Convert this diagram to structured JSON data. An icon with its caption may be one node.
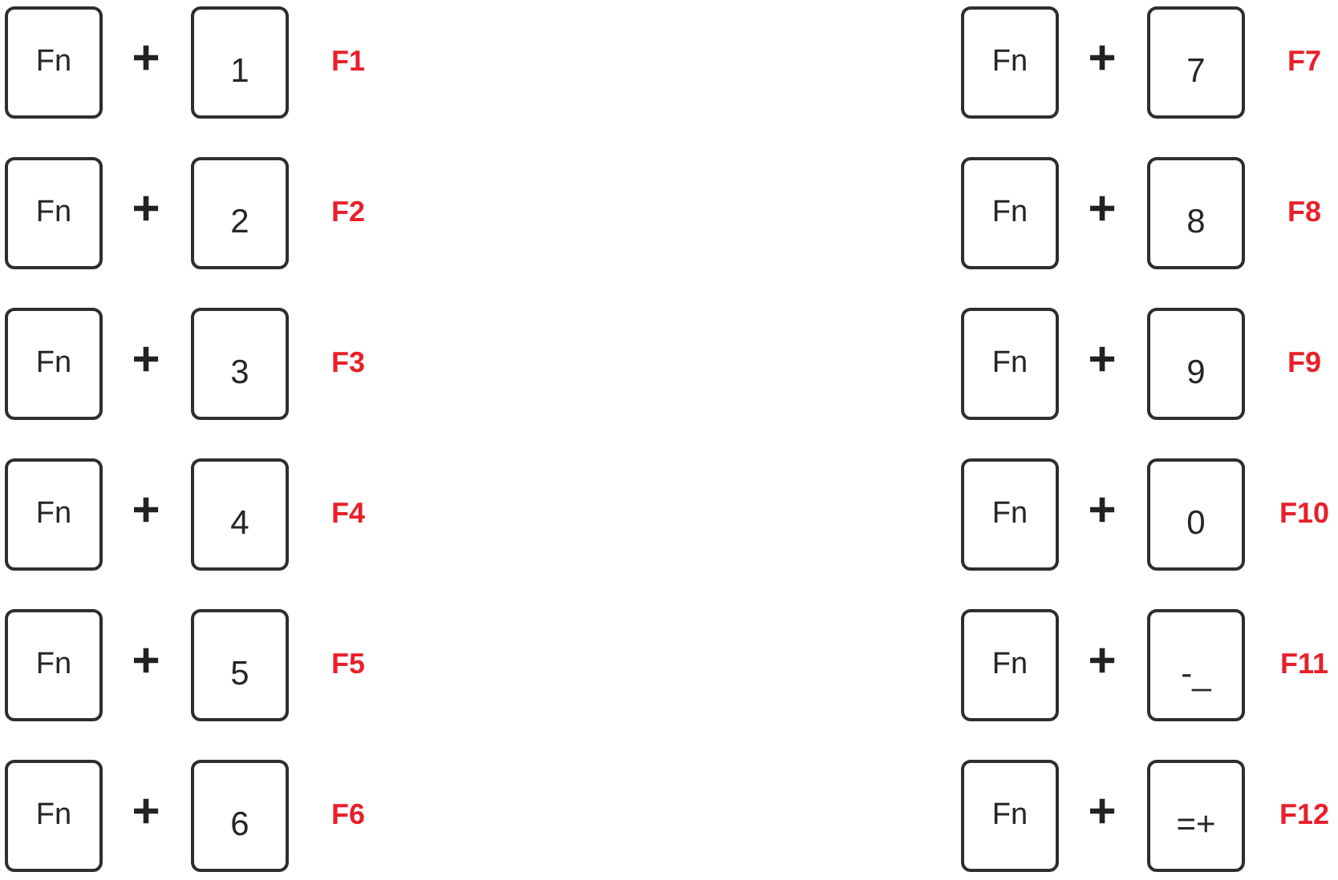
{
  "diagram": {
    "nodes": [
      {
        "text": [
          "Fn"
        ]
      },
      {
        "text": [
          "1"
        ],
        "beside": [
          "F1"
        ]
      },
      {
        "text": [
          "Fn"
        ]
      },
      {
        "text": [
          "2"
        ],
        "beside": [
          "F2"
        ]
      },
      {
        "text": [
          "Fn"
        ]
      },
      {
        "text": [
          "3"
        ],
        "beside": [
          "F3"
        ]
      },
      {
        "text": [
          "Fn"
        ]
      },
      {
        "text": [
          "4"
        ],
        "beside": [
          "F4"
        ]
      },
      {
        "text": [
          "Fn"
        ]
      },
      {
        "text": [
          "5"
        ],
        "beside": [
          "F5"
        ]
      },
      {
        "text": [
          "Fn"
        ]
      },
      {
        "text": [
          "6"
        ],
        "beside": [
          "F6"
        ]
      },
      {
        "text": [
          "Fn"
        ]
      },
      {
        "text": [
          "7"
        ],
        "beside": [
          "F7"
        ]
      },
      {
        "text": [
          "Fn"
        ]
      },
      {
        "text": [
          "8"
        ],
        "beside": [
          "F8"
        ]
      },
      {
        "text": [
          "Fn"
        ]
      },
      {
        "text": [
          "9"
        ],
        "beside": [
          "F9"
        ]
      },
      {
        "text": [
          "Fn"
        ]
      },
      {
        "text": [
          "0"
        ],
        "beside": [
          "F10"
        ]
      },
      {
        "text": [
          "Fn"
        ]
      },
      {
        "text": [
          "-_"
        ],
        "beside": [
          "F11"
        ]
      },
      {
        "text": [
          "Fn"
        ]
      },
      {
        "text": [
          "=+"
        ],
        "beside": [
          "F12"
        ]
      }
    ],
    "labels": [
      "+",
      "+",
      "+",
      "+",
      "+",
      "+",
      "+",
      "+",
      "+",
      "+",
      "+",
      "+"
    ]
  }
}
